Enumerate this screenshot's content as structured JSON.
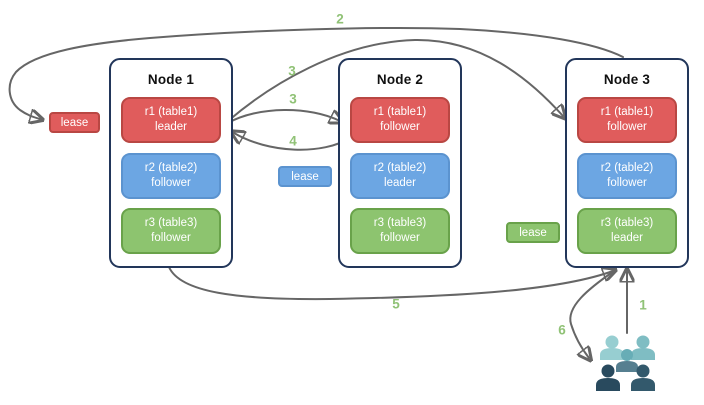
{
  "diagram_title": "",
  "nodes": [
    {
      "title": "Node 1",
      "replicas": [
        {
          "name": "r1 (table1)",
          "role": "leader",
          "color_key": "red"
        },
        {
          "name": "r2 (table2)",
          "role": "follower",
          "color_key": "blue"
        },
        {
          "name": "r3 (table3)",
          "role": "follower",
          "color_key": "green"
        }
      ]
    },
    {
      "title": "Node 2",
      "replicas": [
        {
          "name": "r1 (table1)",
          "role": "follower",
          "color_key": "red"
        },
        {
          "name": "r2 (table2)",
          "role": "leader",
          "color_key": "blue"
        },
        {
          "name": "r3 (table3)",
          "role": "follower",
          "color_key": "green"
        }
      ]
    },
    {
      "title": "Node 3",
      "replicas": [
        {
          "name": "r1 (table1)",
          "role": "follower",
          "color_key": "red"
        },
        {
          "name": "r2 (table2)",
          "role": "follower",
          "color_key": "blue"
        },
        {
          "name": "r3 (table3)",
          "role": "leader",
          "color_key": "green"
        }
      ]
    }
  ],
  "leases": [
    {
      "label": "lease",
      "color_key": "red",
      "for_replica": "r1"
    },
    {
      "label": "lease",
      "color_key": "blue",
      "for_replica": "r2"
    },
    {
      "label": "lease",
      "color_key": "green",
      "for_replica": "r3"
    }
  ],
  "steps": [
    {
      "label": "1",
      "from": "clients",
      "to": "Node 3"
    },
    {
      "label": "2",
      "from": "Node 3",
      "to": "r1 lease (Node 1)"
    },
    {
      "label": "3",
      "from": "Node 1 r1 leader",
      "to": "Node 3 r1 follower"
    },
    {
      "label": "3",
      "from": "Node 1 r1 leader",
      "to": "Node 2 r1 follower"
    },
    {
      "label": "4",
      "from": "Node 2 r1 follower",
      "to": "Node 1 r1 leader"
    },
    {
      "label": "5",
      "from": "Node 1",
      "to": "Node 3"
    },
    {
      "label": "6",
      "from": "Node 3",
      "to": "clients"
    }
  ],
  "colors": {
    "red": "#e05c5c",
    "red_border": "#b94743",
    "blue": "#6ca6e3",
    "blue_border": "#5b93cf",
    "green": "#8dc46f",
    "green_border": "#69a24a",
    "node_border": "#22365a",
    "arrow": "#666666",
    "step_label": "#90c276",
    "people": [
      "#97ced1",
      "#7fbdc3",
      "#67adb6",
      "#567f90",
      "#294a5e",
      "#33596c"
    ]
  }
}
